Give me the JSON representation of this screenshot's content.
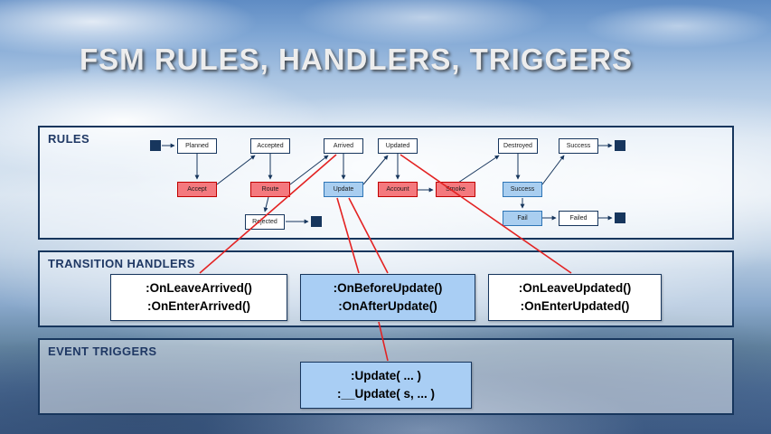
{
  "slide": {
    "title": "FSM RULES, HANDLERS, TRIGGERS"
  },
  "panels": {
    "rules": {
      "title": "RULES"
    },
    "transition_handlers": {
      "title": "TRANSITION HANDLERS"
    },
    "event_triggers": {
      "title": "EVENT TRIGGERS"
    }
  },
  "diagram": {
    "nodes": [
      {
        "label": "Planned",
        "kind": "state"
      },
      {
        "label": "Accepted",
        "kind": "state"
      },
      {
        "label": "Arrived",
        "kind": "state"
      },
      {
        "label": "Updated",
        "kind": "state"
      },
      {
        "label": "Destroyed",
        "kind": "state"
      },
      {
        "label": "Success",
        "kind": "state"
      },
      {
        "label": "Accept",
        "kind": "event-red"
      },
      {
        "label": "Route",
        "kind": "event-red"
      },
      {
        "label": "Update",
        "kind": "event-blue"
      },
      {
        "label": "Account",
        "kind": "event-red"
      },
      {
        "label": "Smoke",
        "kind": "event-red"
      },
      {
        "label": "Success",
        "kind": "event-blue"
      },
      {
        "label": "Rejected",
        "kind": "state"
      },
      {
        "label": "Fail",
        "kind": "event-blue"
      },
      {
        "label": "Failed",
        "kind": "state"
      }
    ]
  },
  "handler_boxes": [
    {
      "line1": ":OnLeaveArrived()",
      "line2": ":OnEnterArrived()",
      "style": "white"
    },
    {
      "line1": ":OnBeforeUpdate()",
      "line2": ":OnAfterUpdate()",
      "style": "blue"
    },
    {
      "line1": ":OnLeaveUpdated()",
      "line2": ":OnEnterUpdated()",
      "style": "white"
    }
  ],
  "trigger_boxes": [
    {
      "line1": ":Update( ... )",
      "line2": ":__Update( s, ... )",
      "style": "blue"
    }
  ],
  "colors": {
    "panel_border": "#17365d",
    "state_fill": "#ffffff",
    "event_red_fill": "#f4797e",
    "event_red_border": "#c00000",
    "event_blue_fill": "#a9cef0",
    "event_blue_border": "#2e75b6",
    "terminal_fill": "#17365d",
    "connector_red": "#e32222"
  }
}
